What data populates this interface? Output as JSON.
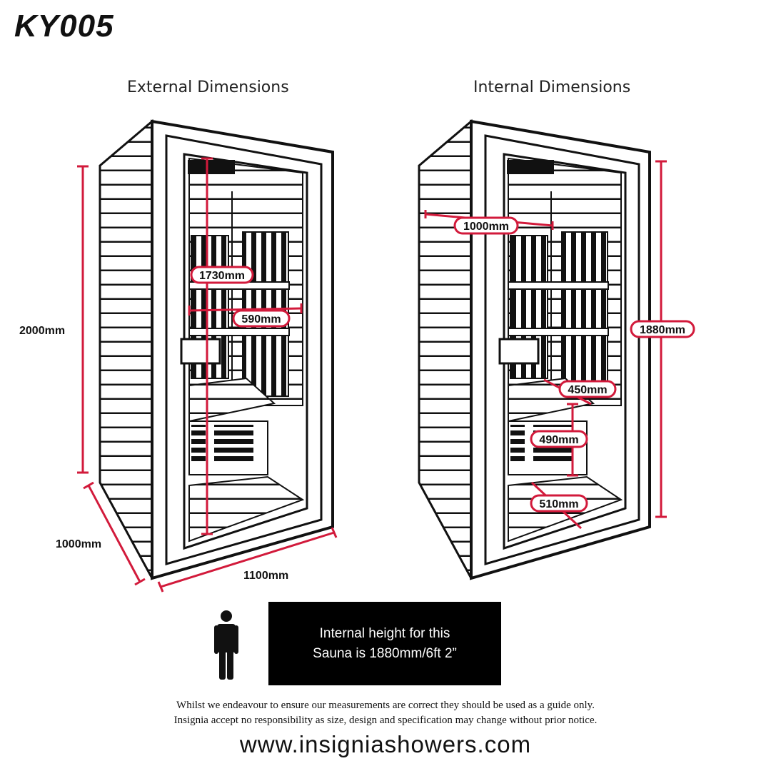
{
  "model": "KY005",
  "headings": {
    "external": "External Dimensions",
    "internal": "Internal Dimensions"
  },
  "external": {
    "height": "2000mm",
    "depth": "1000mm",
    "width": "1100mm",
    "door_height": "1730mm",
    "door_width": "590mm"
  },
  "internal": {
    "depth": "1000mm",
    "height": "1880mm",
    "bench_depth": "450mm",
    "bench_height": "490mm",
    "floor": "510mm"
  },
  "notice": {
    "line1": "Internal height for this",
    "line2": "Sauna is 1880mm/6ft 2”"
  },
  "disclaimer": {
    "line1": "Whilst we endeavour to ensure our measurements are correct they should be used as a guide only.",
    "line2": "Insignia accept no responsibility as size, design and specification may change without prior notice."
  },
  "website": "www.insigniashowers.com",
  "colors": {
    "dimension": "#d21a3b",
    "outline": "#111111",
    "notice_bg": "#000000"
  },
  "icons": [
    "person-icon"
  ]
}
